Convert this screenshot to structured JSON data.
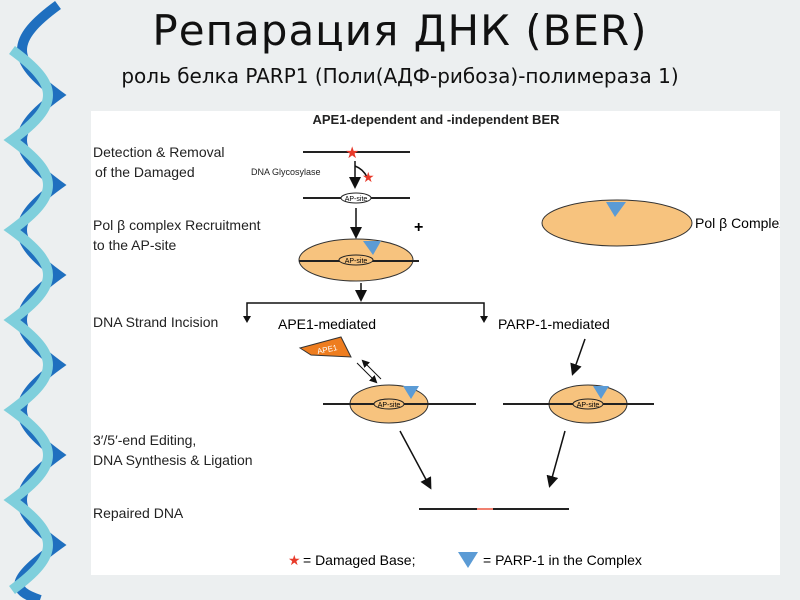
{
  "slide": {
    "title": "Репарация ДНК (BER)",
    "subtitle": "роль белка PARP1 (Поли(АДФ-рибоза)-полимераза 1)"
  },
  "diagram": {
    "heading": "APE1-dependent and -independent BER",
    "steps": [
      "Detection & Removal",
      "of the Damaged",
      "Pol β complex Recruitment",
      "to the AP-site",
      "DNA Strand Incision",
      "3′/5′-end Editing,",
      "DNA Synthesis & Ligation",
      "Repaired DNA"
    ],
    "glycosylase": "DNA Glycosylase",
    "ap_site": "AP-site",
    "plus": "+",
    "pol_complex": "Pol β Complex",
    "ape1_mediated": "APE1-mediated",
    "parp1_mediated": "PARP-1-mediated",
    "ape1": "APE1",
    "legend": {
      "damaged": "= Damaged Base;",
      "parp": "= PARP-1 in the Complex"
    },
    "colors": {
      "complex": "#f7c37e",
      "parp": "#5b9bd5",
      "star": "#e83a2a",
      "ape1": "#ee7d1f"
    }
  }
}
